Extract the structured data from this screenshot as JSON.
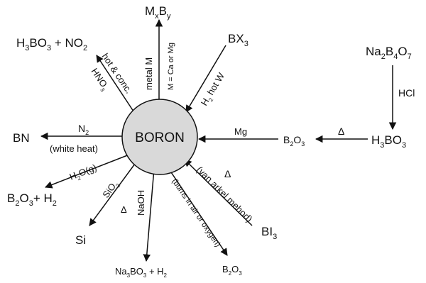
{
  "center": {
    "label": "BORON",
    "fill": "#d9d9d9"
  },
  "species": {
    "h3bo3_no2": [
      "H",
      "3",
      "BO",
      "3",
      " + NO",
      "2"
    ],
    "mxby": [
      "M",
      "x",
      "B",
      "y"
    ],
    "bx3": [
      "BX",
      "3"
    ],
    "na2b4o7": [
      "Na",
      "2",
      "B",
      "4",
      "O",
      "7"
    ],
    "bn": "BN",
    "b2o3_mid": [
      "B",
      "2",
      "O",
      "3"
    ],
    "h3bo3_right": [
      "H",
      "3",
      "BO",
      "3"
    ],
    "b2o3_h2": [
      "B",
      "2",
      "O",
      "3",
      "+ H",
      "2"
    ],
    "si": "Si",
    "bi3": [
      "BI",
      "3"
    ],
    "na3bo3_h2": [
      "Na",
      "3",
      "BO",
      "3",
      " + H",
      "2"
    ],
    "b2o3_bottom": [
      "B",
      "2",
      "O",
      "3"
    ]
  },
  "conditions": {
    "hno3": [
      "HNO",
      "3"
    ],
    "hot_conc": "hot & conc.",
    "metal_m": "metal M",
    "m_def": "M = Ca or Mg",
    "h2_hot_w": [
      "H",
      "2",
      " hot W"
    ],
    "hcl": "HCl",
    "n2": [
      "N",
      "2"
    ],
    "white_heat": "(white heat)",
    "mg": "Mg",
    "delta_top": "Δ",
    "h2o_g": [
      "H",
      "2",
      "O(g)"
    ],
    "sio2": [
      "SiO",
      "2"
    ],
    "delta_sio2": "Δ",
    "naoh": "NaOH",
    "burns": "(burns in air or oxygen)",
    "van_arkel": "(van arkel mehod)",
    "delta_bi3": "Δ"
  }
}
